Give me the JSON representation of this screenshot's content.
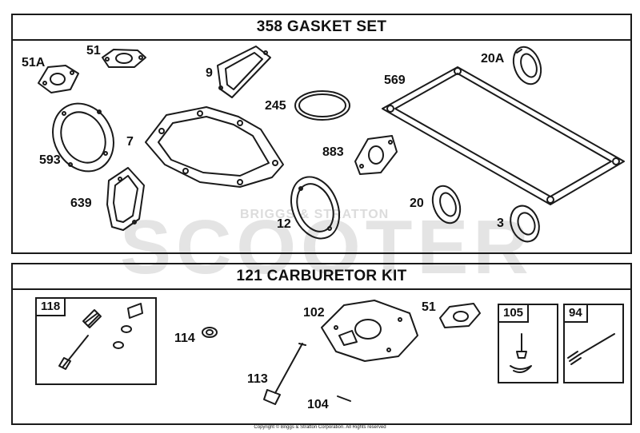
{
  "gasket_set": {
    "title": "358 GASKET SET",
    "parts": {
      "p51a": "51A",
      "p51": "51",
      "p9": "9",
      "p245": "245",
      "p569": "569",
      "p20a": "20A",
      "p593": "593",
      "p7": "7",
      "p883": "883",
      "p639": "639",
      "p12": "12",
      "p20": "20",
      "p3": "3"
    }
  },
  "carburetor_kit": {
    "title": "121 CARBURETOR KIT",
    "parts": {
      "p118": "118",
      "p114": "114",
      "p102": "102",
      "p51": "51",
      "p105": "105",
      "p94": "94",
      "p113": "113",
      "p104": "104"
    }
  },
  "watermark": {
    "brand": "BRIGGS & STRATTON",
    "site": "SCOOTER"
  },
  "copyright": "Copyright © Briggs & Stratton Corporation. All Rights reserved"
}
